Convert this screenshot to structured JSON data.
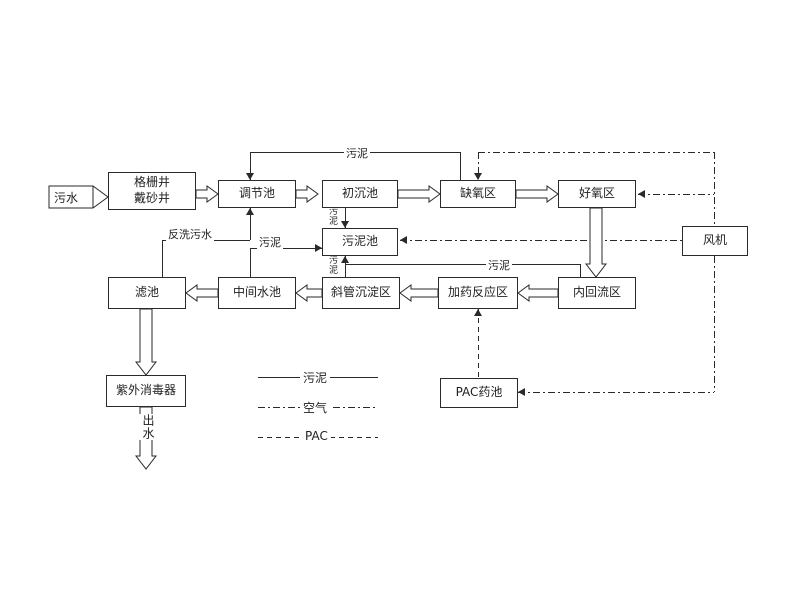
{
  "diagram": {
    "type": "process-flow-diagram",
    "subject": "wastewater-treatment-process",
    "colors": {
      "line": "#2a2a2a",
      "background": "#ffffff"
    },
    "nodes": {
      "grid_well": {
        "line1": "格栅井",
        "line2": "戴砂井"
      },
      "regulating_tank": {
        "label": "调节池"
      },
      "primary_sedimentation_tank": {
        "label": "初沉池"
      },
      "anoxic_zone": {
        "label": "缺氧区"
      },
      "aerobic_zone": {
        "label": "好氧区"
      },
      "fan": {
        "label": "风机"
      },
      "sludge_tank": {
        "label": "污泥池"
      },
      "filter_tank": {
        "label": "滤池"
      },
      "intermediate_tank": {
        "label": "中间水池"
      },
      "inclined_tube_settling_zone": {
        "label": "斜管沉淀区"
      },
      "dosing_reaction_zone": {
        "label": "加药反应区"
      },
      "internal_reflux_zone": {
        "label": "内回流区"
      },
      "uv_disinfector": {
        "label": "紫外消毒器"
      },
      "pac_tank": {
        "label": "PAC药池"
      }
    },
    "flow_labels": {
      "inflow": "污水",
      "outflow": "出水",
      "sludge_return_top": "污泥",
      "backwash": "反洗污水",
      "sludge_from_intermediate": "污泥",
      "sludge_primary_to_tank": "污泥",
      "sludge_inclined_to_tank": "污泥",
      "sludge_from_reflux": "污泥"
    },
    "legend": [
      {
        "label": "污泥",
        "style": "solid"
      },
      {
        "label": "空气",
        "style": "dash-dot"
      },
      {
        "label": "PAC",
        "style": "dashed"
      }
    ]
  }
}
